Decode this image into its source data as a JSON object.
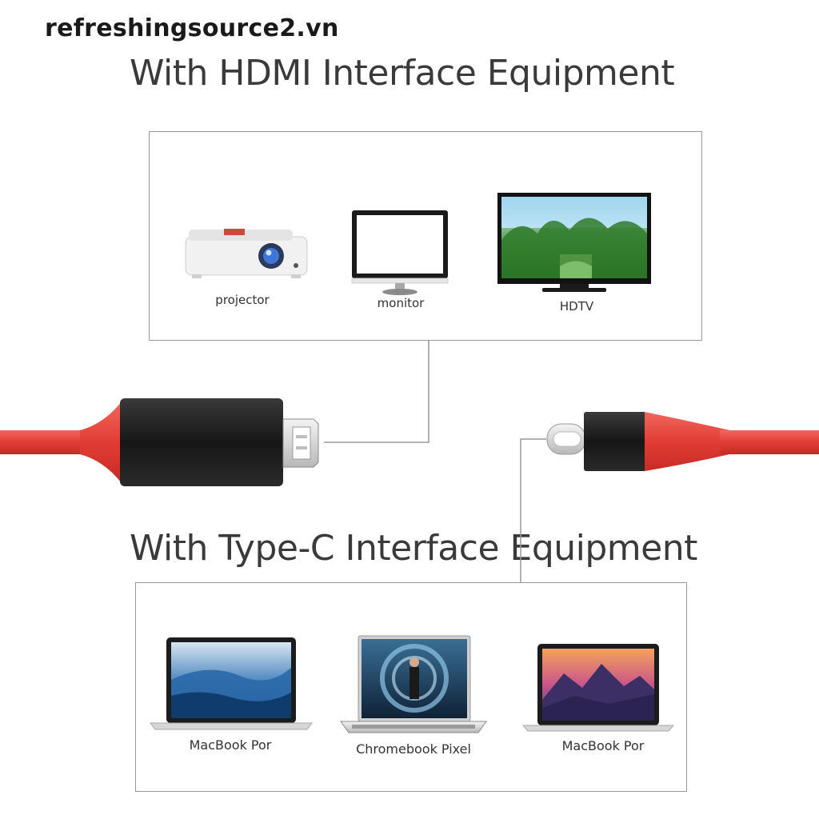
{
  "watermark": "refreshingsource2.vn",
  "hdmi_section": {
    "title": "With  HDMI Interface Equipment",
    "devices": [
      {
        "label": "projector",
        "icon": "projector-icon"
      },
      {
        "label": "monitor",
        "icon": "monitor-icon"
      },
      {
        "label": "HDTV",
        "icon": "hdtv-icon"
      }
    ]
  },
  "typec_section": {
    "title": "With  Type-C Interface Equipment",
    "devices": [
      {
        "label": "MacBook Por",
        "icon": "macbook-icon"
      },
      {
        "label": "Chromebook Pixel",
        "icon": "chromebook-icon"
      },
      {
        "label": "MacBook Por",
        "icon": "macbook-icon"
      }
    ]
  },
  "colors": {
    "cable_red": "#e8433c",
    "connector_black": "#1e1e1e",
    "panel_border": "#9a9a9a",
    "heading_text": "#3a3a3a"
  }
}
